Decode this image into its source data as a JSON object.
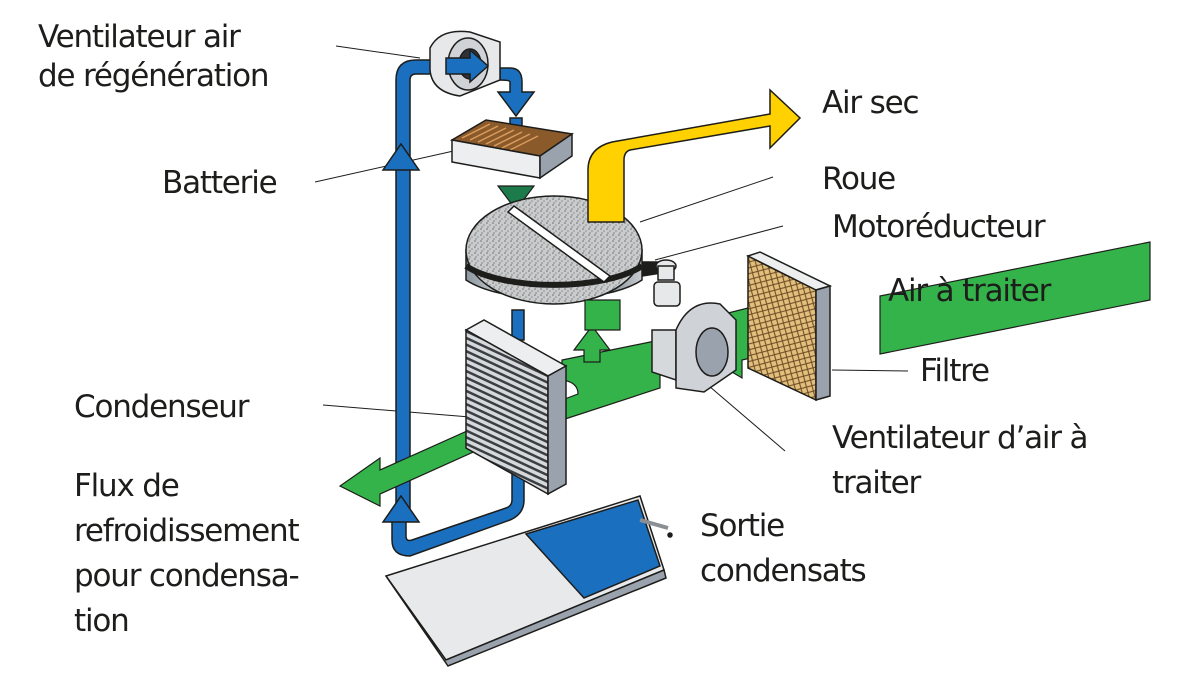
{
  "diagram": {
    "title": "Déshumidificateur à roue dessicante",
    "colors": {
      "regeneration_air": "#1b6fbf",
      "process_air": "#34b34a",
      "regen_inlet_dark": "#1d7a4a",
      "dry_air": "#ffd100",
      "filter_media": "#d9b06a",
      "heater_coil": "#a0622d",
      "metal_light": "#e6e8ea",
      "metal_dark": "#9aa3ad",
      "condensate": "#1b6fbf",
      "outline": "#1d1d1b"
    },
    "labels": {
      "regen_fan": [
        "Ventilateur air",
        "de régénération"
      ],
      "heater": [
        "Batterie"
      ],
      "dry_air": [
        "Air sec"
      ],
      "wheel": [
        "Roue"
      ],
      "gear_motor": [
        "Motoréducteur"
      ],
      "process_air_in": [
        "Air à traiter"
      ],
      "filter": [
        "Filtre"
      ],
      "process_fan": [
        "Ventilateur d’air à",
        "traiter"
      ],
      "condenser": [
        "Condenseur"
      ],
      "cooling_flow": [
        "Flux de",
        "refroidissement",
        "pour condensa-",
        "tion"
      ],
      "condensate_outlet": [
        "Sortie",
        "condensats"
      ]
    }
  }
}
